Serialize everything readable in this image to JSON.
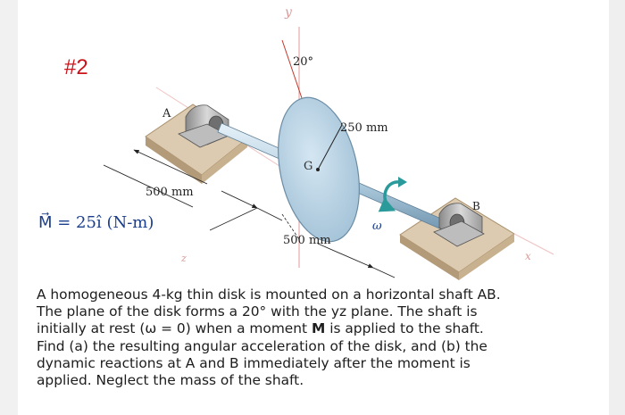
{
  "problem_number": "#2",
  "moment_label": "M⃗ = 25î (N-m)",
  "figure": {
    "axis_y": "y",
    "axis_z": "z",
    "axis_x": "x",
    "angle": "20°",
    "point_a": "A",
    "point_b": "B",
    "point_g": "G",
    "radius_dim": "250 mm",
    "left_dim": "500 mm",
    "right_dim": "500 mm",
    "omega": "ω"
  },
  "text": {
    "line1": "A homogeneous 4-kg thin disk is mounted on a horizontal shaft AB.",
    "line2": "The plane of the disk forms a 20° with the yz plane.  The shaft is",
    "line3_pre": "initially at rest (ω = 0) when a moment ",
    "line3_bold": "M",
    "line3_post": " is applied to the shaft.",
    "line4": "Find (a) the resulting angular acceleration of the disk, and (b) the",
    "line5": "dynamic reactions at A and B immediately after the moment is",
    "line6": "applied.  Neglect the mass of the shaft."
  },
  "colors": {
    "problem_number": "#c9141b",
    "moment_label": "#1a3e8c",
    "disk": "#a9c7dc",
    "omega_arrow": "#2a9a9a",
    "dimension_line": "#c0392b"
  }
}
